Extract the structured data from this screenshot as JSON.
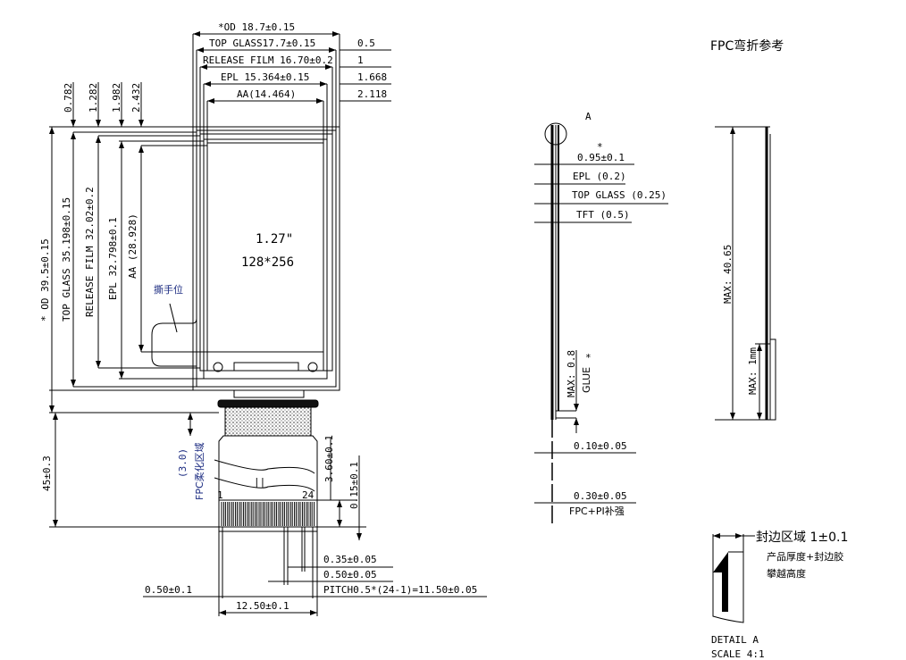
{
  "title": "FPC弯折参考",
  "front_view": {
    "top_dims": {
      "od": "*OD 18.7±0.15",
      "top_glass": "TOP GLASS17.7±0.15",
      "release_film": "RELEASE FILM 16.70±0.2",
      "epl": "EPL 15.364±0.15",
      "aa": "AA(14.464)"
    },
    "top_offsets": [
      "0.5",
      "1",
      "1.668",
      "2.118"
    ],
    "left_offsets": [
      "0.782",
      "1.282",
      "1.982",
      "2.432"
    ],
    "left_dims": {
      "od": "* OD 39.5±0.15",
      "top_glass": "TOP GLASS 35.198±0.15",
      "release_film": "RELEASE FILM 32.02±0.2",
      "epl": "EPL 32.798±0.1",
      "aa": "AA (28.928)"
    },
    "size_label": "1.27\"",
    "resolution_label": "128*256",
    "tear_tab_label": "撕手位",
    "fpc_length": "45±0.3",
    "fpc_flex_area": "FPC柔化区域",
    "fpc_flex_dim": "(3.0)",
    "stiffener_dim": "3.60±0.1",
    "pin_offset_dim": "0.15±0.1",
    "pin_first": "1",
    "pin_last": "24",
    "break_mark": "||",
    "bottom_dims": {
      "pin_width": "0.35±0.05",
      "pin_pitch": "0.50±0.05",
      "pitch_total": "PITCH0.5*(24-1)=11.50±0.05",
      "edge": "0.50±0.1",
      "fpc_width": "12.50±0.1"
    }
  },
  "side_view": {
    "detail_label": "A",
    "star": "*",
    "thickness": "0.95±0.1",
    "epl": "EPL (0.2)",
    "top_glass": "TOP GLASS (0.25)",
    "tft": "TFT (0.5)",
    "glue_max": "MAX: 0.8",
    "glue": "GLUE",
    "fpc_thickness": "0.10±0.05",
    "stiffener_thickness": "0.30±0.05",
    "stiffener_label": "FPC+PI补强"
  },
  "bend_view": {
    "max_height": "MAX: 40.65",
    "max_bend": "MAX: 1mm"
  },
  "detail_a": {
    "seal_area": "封边区域 1±0.1",
    "note_line1": "产品厚度+封边胶",
    "note_line2": "攀越高度",
    "title": "DETAIL A",
    "scale": "SCALE 4:1"
  }
}
